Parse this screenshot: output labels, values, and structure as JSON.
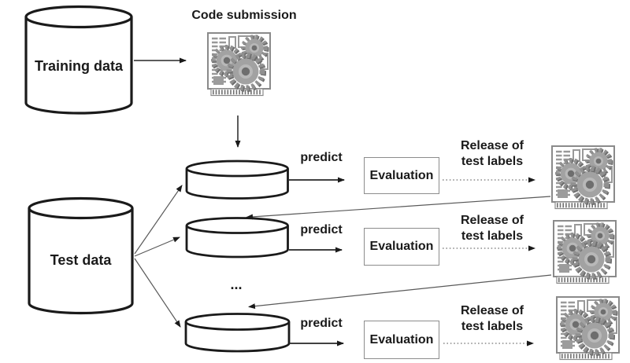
{
  "diagram": {
    "labels": {
      "training_data": "Training data",
      "test_data": "Test data",
      "code_submission": "Code submission",
      "ellipsis": "..."
    },
    "rows": [
      {
        "predict": "predict",
        "evaluation": "Evaluation",
        "release_line1": "Release of",
        "release_line2": "test labels"
      },
      {
        "predict": "predict",
        "evaluation": "Evaluation",
        "release_line1": "Release of",
        "release_line2": "test labels"
      },
      {
        "predict": "predict",
        "evaluation": "Evaluation",
        "release_line1": "Release of",
        "release_line2": "test labels"
      }
    ],
    "icons": {
      "code_submission": "chip-gears-icon",
      "released_code_1": "chip-gears-icon",
      "released_code_2": "chip-gears-icon",
      "released_code_3": "chip-gears-icon"
    },
    "colors": {
      "background": "#ffffff",
      "shape_stroke": "#1a1a1a",
      "box_border": "#8c8c8c",
      "connector": "#595959",
      "dotted_connector": "#8c8c8c",
      "gear_fill": "#a2a2a2",
      "text": "#1a1a1a"
    }
  }
}
